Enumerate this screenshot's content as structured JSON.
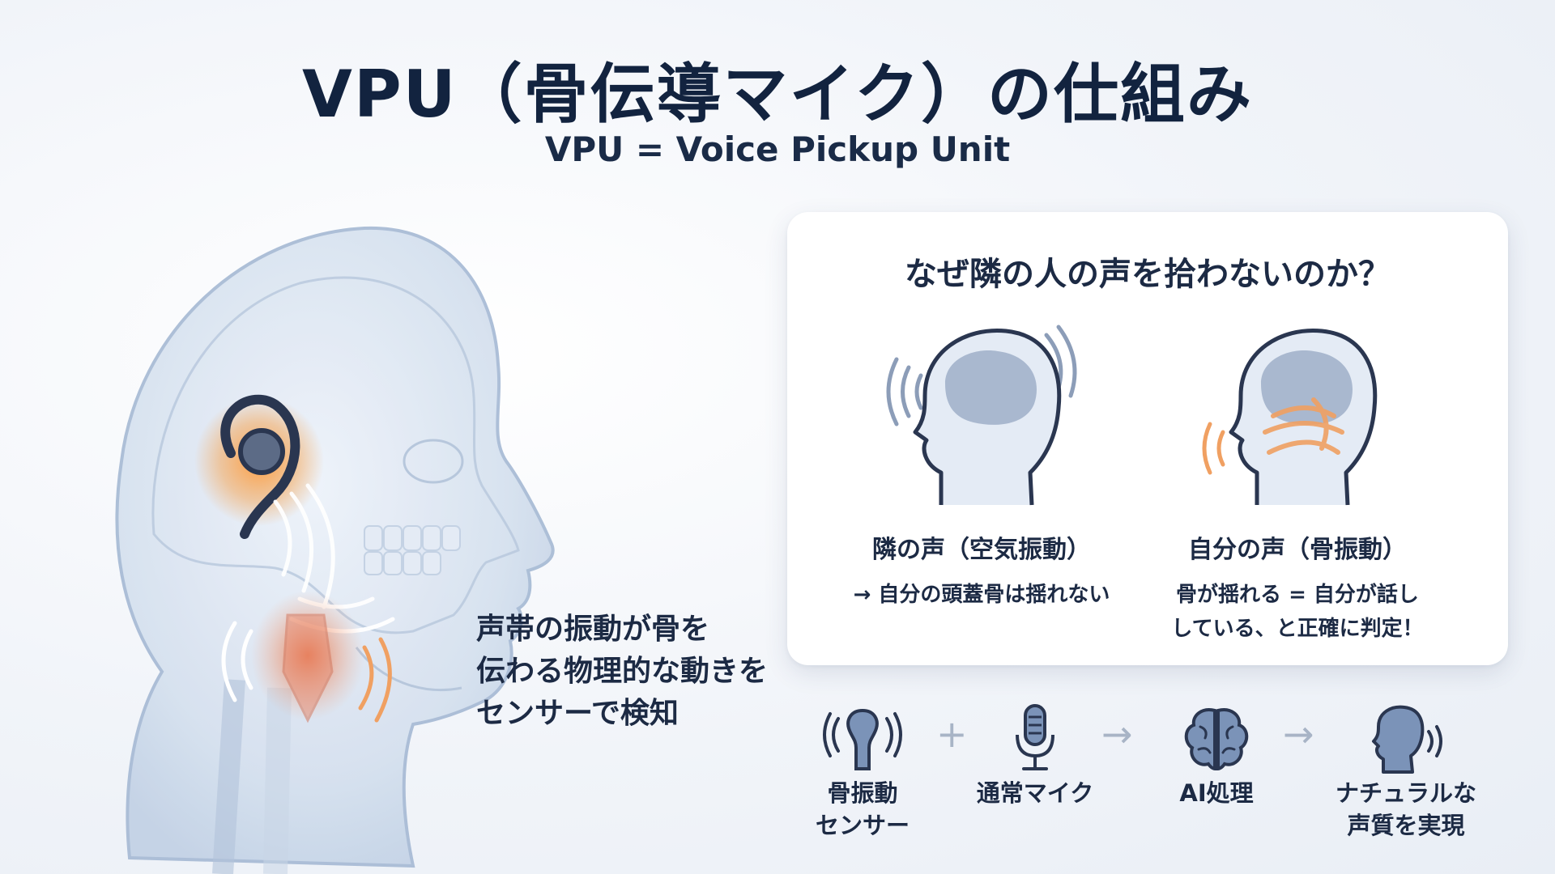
{
  "title": "VPU（骨伝導マイク）の仕組み",
  "subtitle": "VPU = Voice Pickup Unit",
  "illustration": {
    "caption_lines": [
      "声帯の振動が骨を",
      "伝わる物理的な動きを",
      "センサーで検知"
    ]
  },
  "card": {
    "title": "なぜ隣の人の声を拾わないのか？",
    "left": {
      "label": "隣の声（空気振動）",
      "desc_lines": [
        "→ 自分の頭蓋骨は揺れない"
      ]
    },
    "right": {
      "label": "自分の声（骨振動）",
      "desc_lines": [
        "骨が揺れる = 自分が話し",
        "している、と正確に判定！"
      ]
    }
  },
  "flow": {
    "steps": [
      {
        "icon": "bone-vibration-sensor-icon",
        "label_lines": [
          "骨振動",
          "センサー"
        ]
      },
      {
        "icon": "microphone-icon",
        "label_lines": [
          "通常マイク"
        ]
      },
      {
        "icon": "brain-icon",
        "label_lines": [
          "AI処理"
        ]
      },
      {
        "icon": "speaking-head-icon",
        "label_lines": [
          "ナチュラルな",
          "声質を実現"
        ]
      }
    ],
    "plus_symbol": "+",
    "arrow_symbol": "→"
  },
  "colors": {
    "accent_orange": "#f08a2c",
    "icon_blue": "#6f8bb0",
    "title_navy": "#12233f"
  }
}
